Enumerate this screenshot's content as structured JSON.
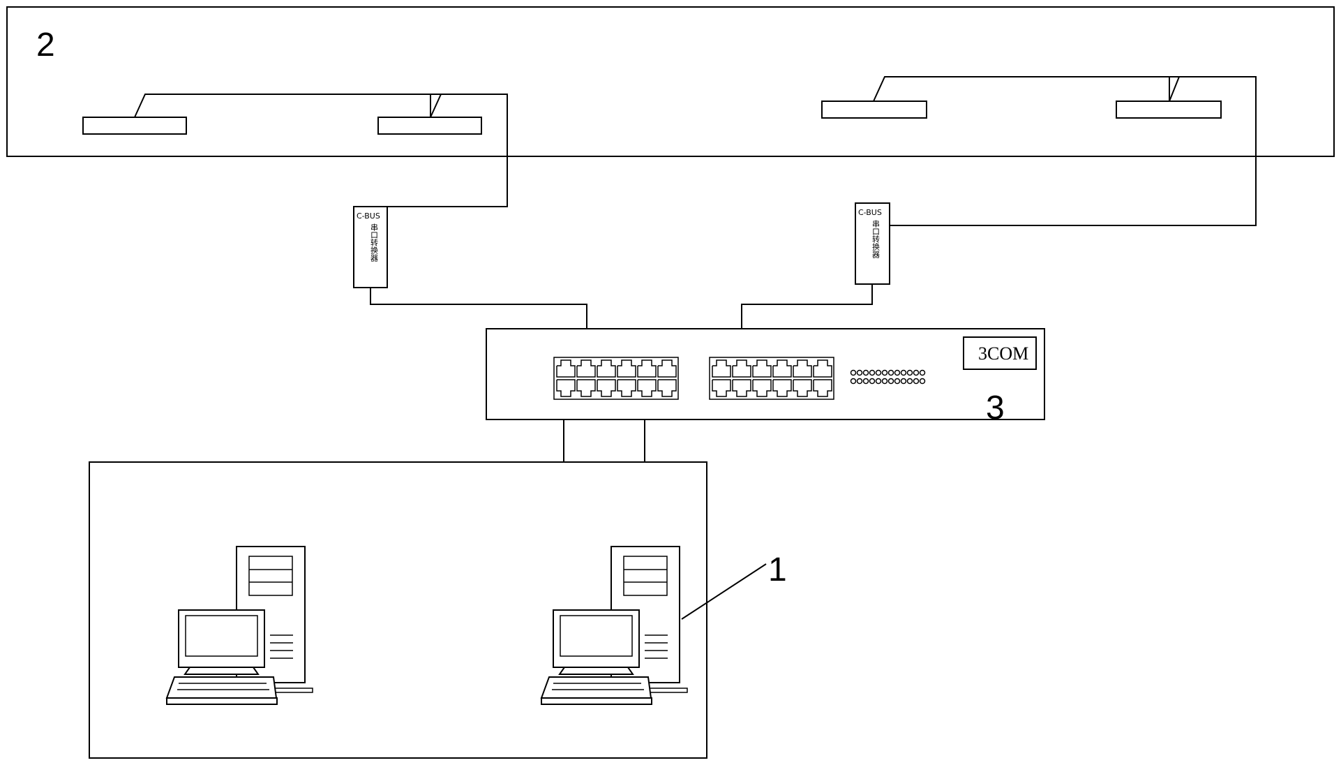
{
  "labels": {
    "building_system": "2",
    "computers": "1",
    "switch": "3"
  },
  "converter": {
    "top_text": "C-BUS",
    "vertical_text": "串口转换器"
  },
  "switch": {
    "brand": "3COM"
  }
}
